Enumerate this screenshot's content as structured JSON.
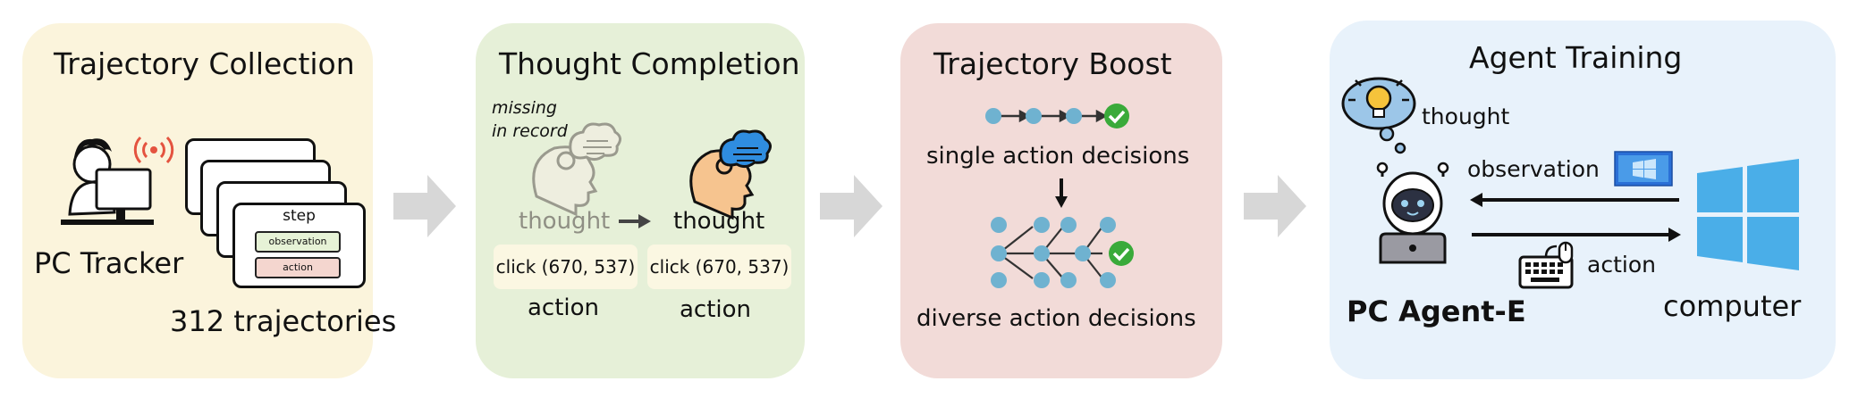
{
  "stages": {
    "collection": {
      "title": "Trajectory Collection",
      "tool": "PC Tracker",
      "count": "312 trajectories",
      "card": {
        "step": "step",
        "observation": "observation",
        "action": "action"
      }
    },
    "thought": {
      "title": "Thought Completion",
      "missing": [
        "missing",
        "in record"
      ],
      "thought_before": "thought",
      "thought_after": "thought",
      "click_before": "click (670, 537)",
      "click_after": "click (670, 537)",
      "action_before": "action",
      "action_after": "action"
    },
    "boost": {
      "title": "Trajectory Boost",
      "single": "single action decisions",
      "diverse": "diverse action decisions"
    },
    "training": {
      "title": "Agent Training",
      "thought": "thought",
      "observation": "observation",
      "action": "action",
      "agent": "PC Agent-E",
      "computer": "computer"
    }
  },
  "colors": {
    "collection_bg": "#fbf4dc",
    "thought_bg": "#e6f0d8",
    "boost_bg": "#f2dbd8",
    "training_bg": "#e8f2fb",
    "node": "#6fb2d0",
    "check": "#3aaa3a",
    "windows": "#4aaee8"
  },
  "icons": [
    "person-at-computer-icon",
    "signal-icon",
    "head-thought-icon",
    "robot-icon",
    "lightbulb-icon",
    "keyboard-mouse-icon",
    "windows-logo-icon",
    "screenshot-icon",
    "checkmark-icon"
  ]
}
